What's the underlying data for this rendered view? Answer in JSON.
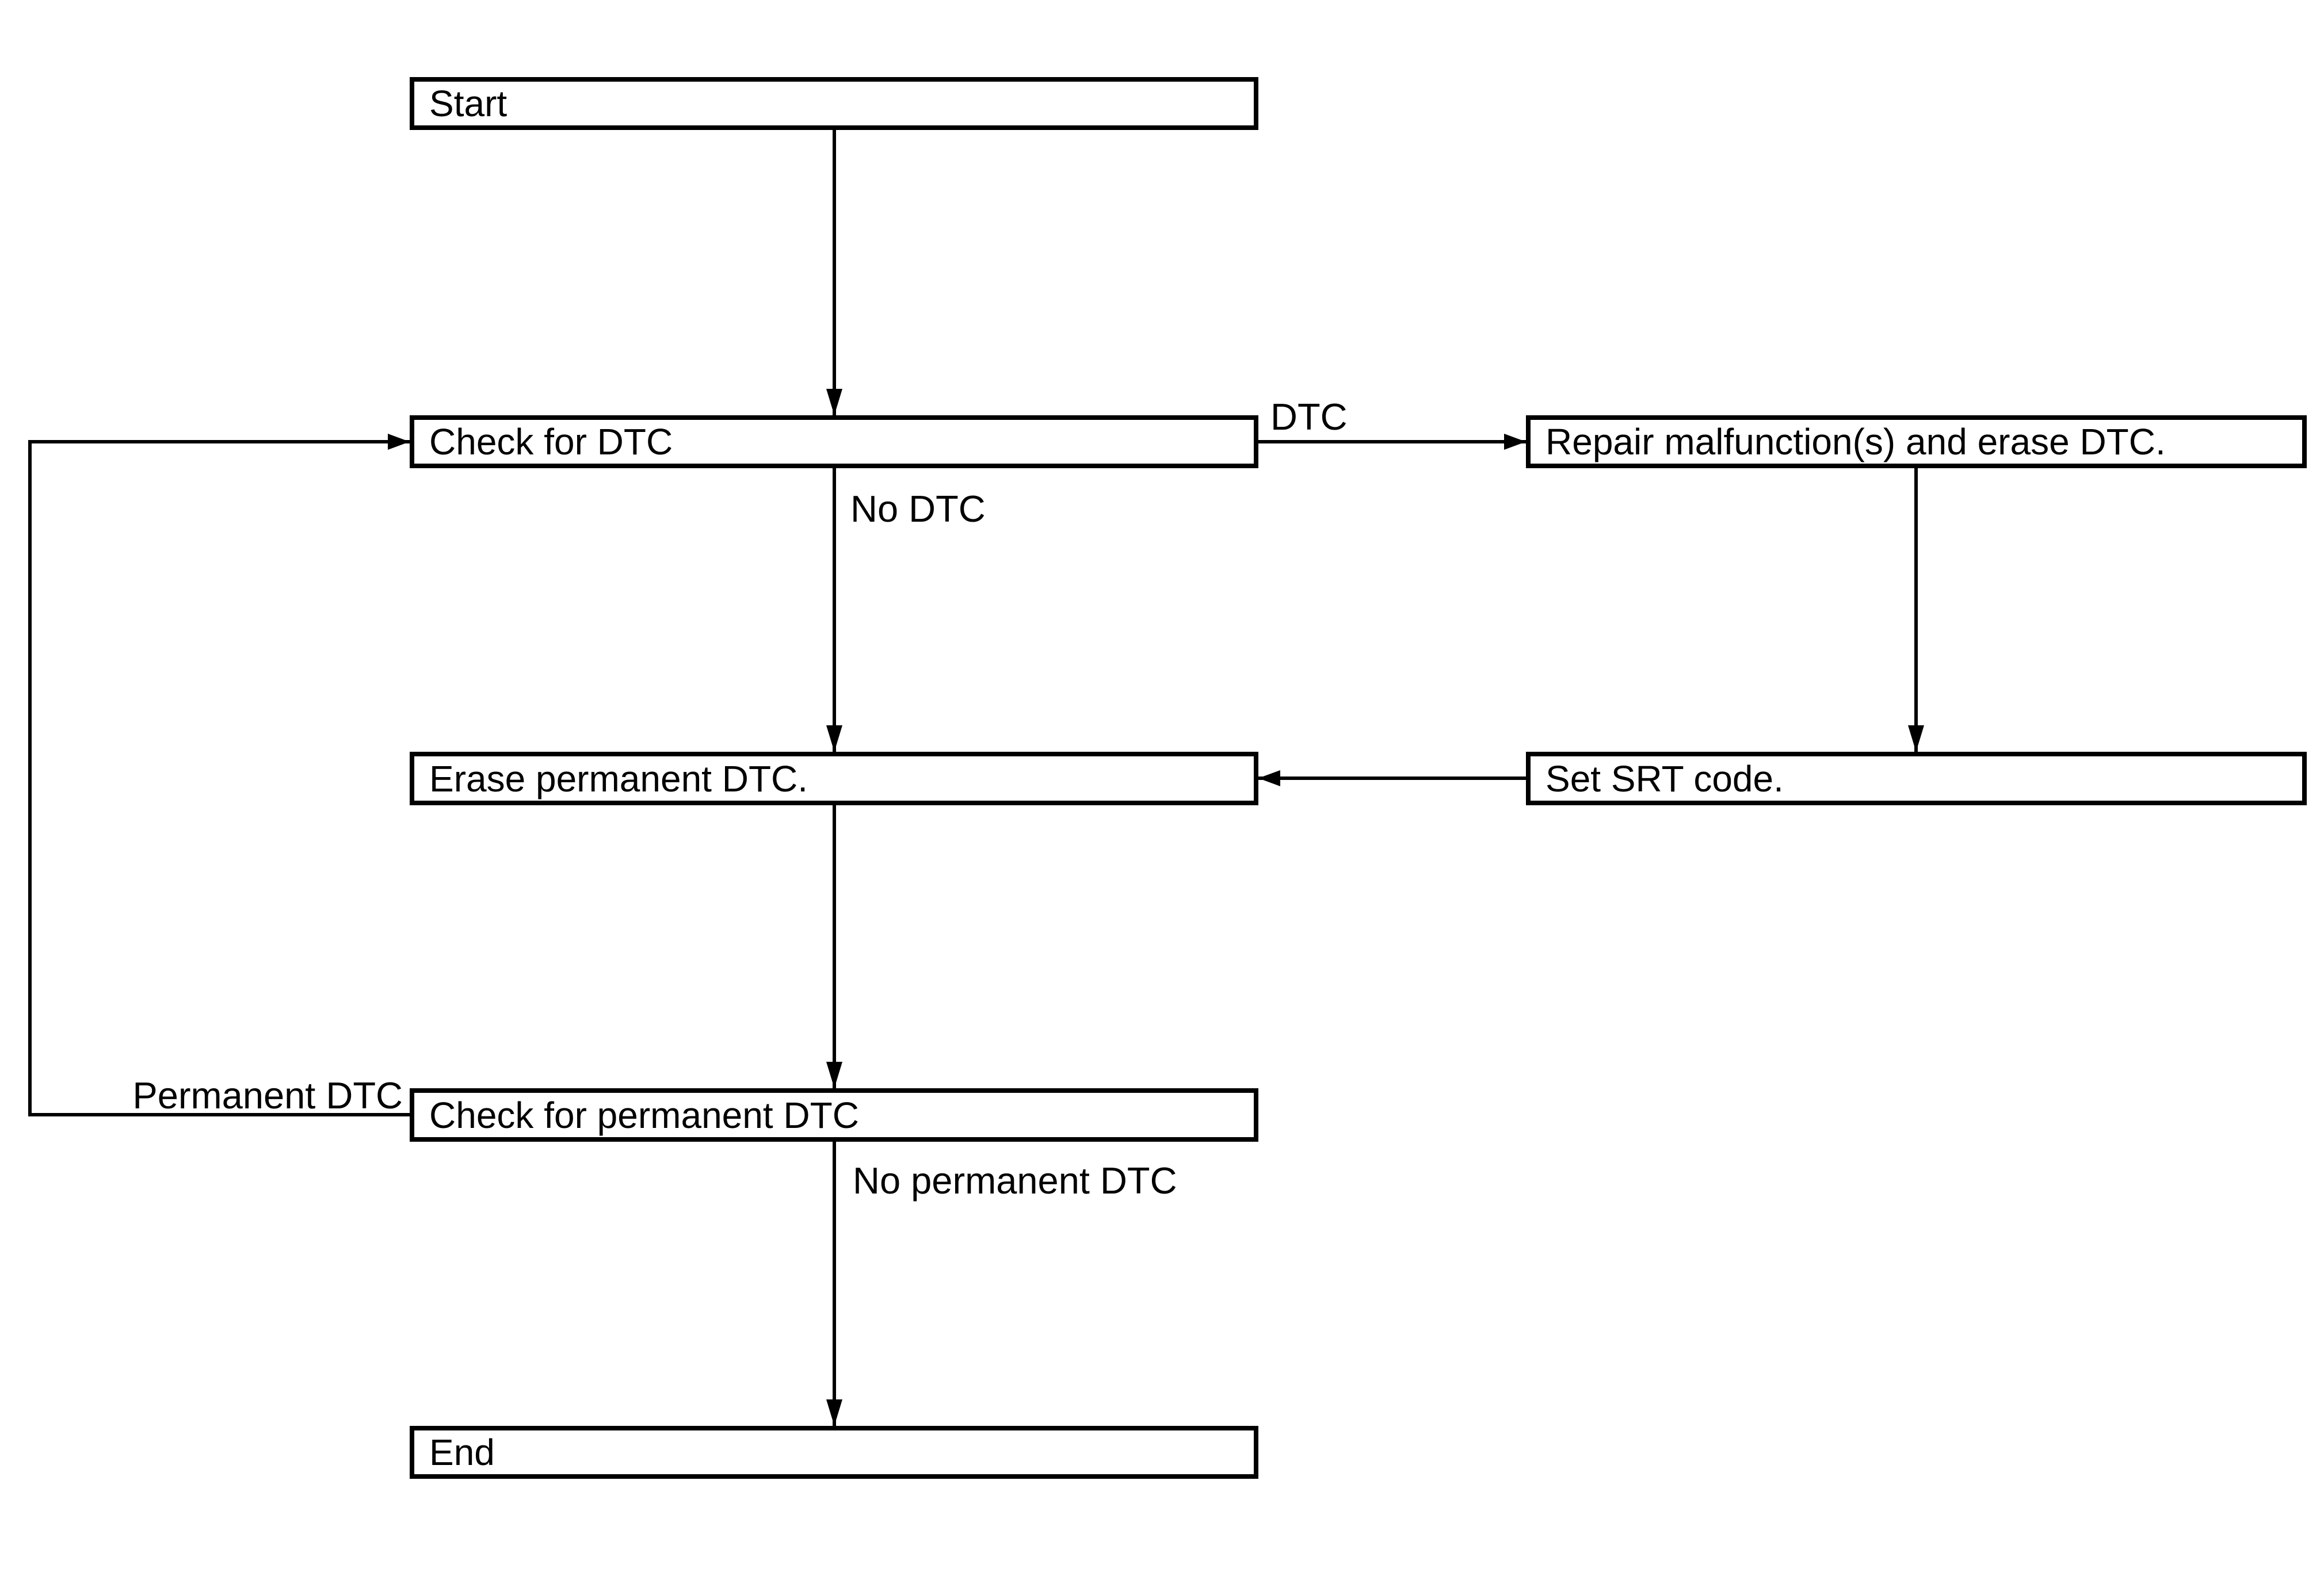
{
  "diagram": {
    "type": "flowchart",
    "background_color": "#ffffff",
    "line_color": "#000000",
    "text_color": "#000000",
    "nodes": [
      {
        "id": "start",
        "label": "Start"
      },
      {
        "id": "check_dtc",
        "label": "Check for DTC"
      },
      {
        "id": "repair",
        "label": "Repair malfunction(s) and erase DTC."
      },
      {
        "id": "erase_permanent",
        "label": "Erase permanent DTC."
      },
      {
        "id": "set_srt",
        "label": "Set SRT code."
      },
      {
        "id": "check_permanent",
        "label": "Check for permanent DTC"
      },
      {
        "id": "end",
        "label": "End"
      }
    ],
    "edges": [
      {
        "from": "start",
        "to": "check_dtc",
        "label": ""
      },
      {
        "from": "check_dtc",
        "to": "repair",
        "label": "DTC"
      },
      {
        "from": "check_dtc",
        "to": "erase_permanent",
        "label": "No DTC"
      },
      {
        "from": "repair",
        "to": "set_srt",
        "label": ""
      },
      {
        "from": "set_srt",
        "to": "erase_permanent",
        "label": ""
      },
      {
        "from": "erase_permanent",
        "to": "check_permanent",
        "label": ""
      },
      {
        "from": "check_permanent",
        "to": "check_dtc",
        "label": "Permanent DTC"
      },
      {
        "from": "check_permanent",
        "to": "end",
        "label": "No permanent DTC"
      }
    ]
  }
}
